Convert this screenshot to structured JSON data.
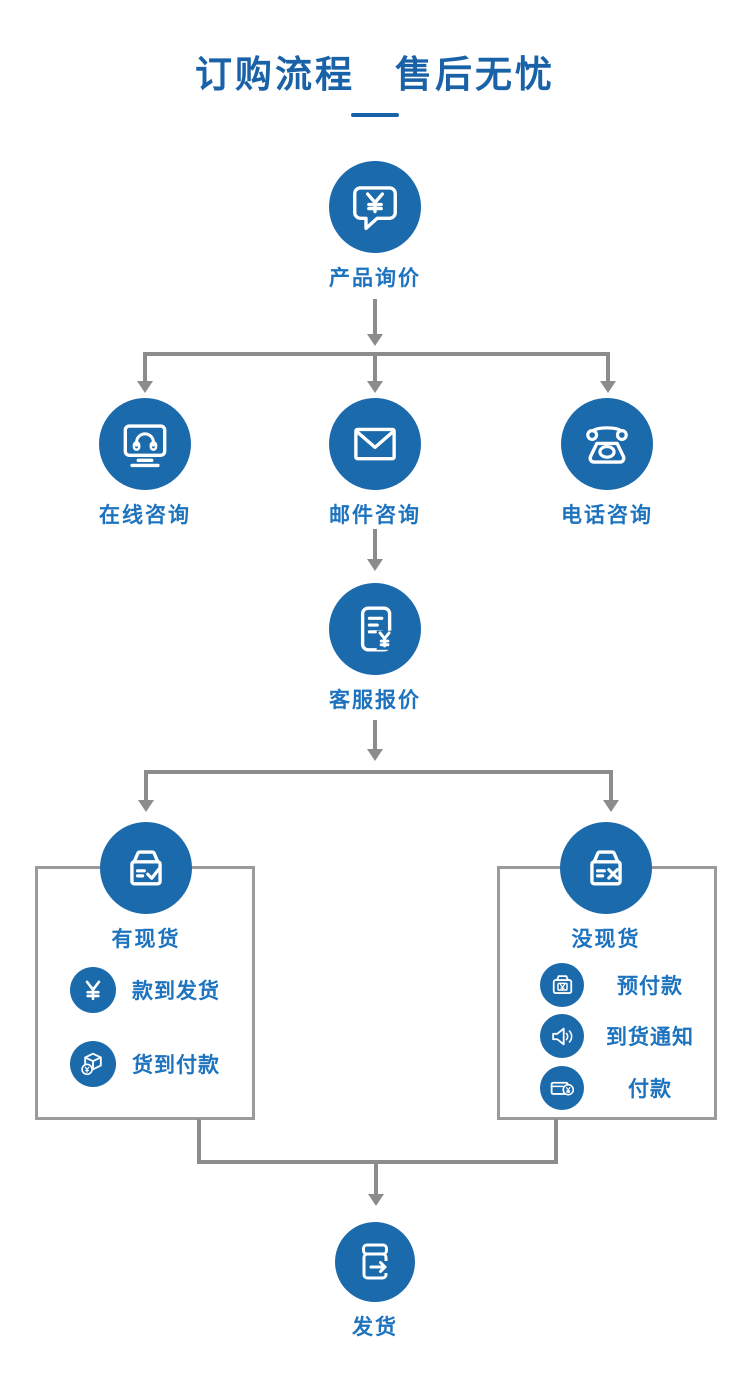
{
  "title": "订购流程　售后无忧",
  "colors": {
    "circle_blue": "#1b6aac",
    "label_blue": "#1e73be",
    "title_blue": "#1a62a8",
    "line_gray": "#8c8c8c",
    "box_border_gray": "#9b9b9b"
  },
  "nodes": {
    "inquiry": {
      "label": "产品询价",
      "icon": "chat-yen-icon"
    },
    "online": {
      "label": "在线咨询",
      "icon": "monitor-headset-icon"
    },
    "mail": {
      "label": "邮件咨询",
      "icon": "envelope-icon"
    },
    "phone": {
      "label": "电话咨询",
      "icon": "telephone-icon"
    },
    "quote": {
      "label": "客服报价",
      "icon": "document-yen-icon"
    },
    "instock": {
      "label": "有现货",
      "icon": "box-check-icon"
    },
    "outstock": {
      "label": "没现货",
      "icon": "box-x-icon"
    },
    "ship": {
      "label": "发货",
      "icon": "box-arrow-icon"
    }
  },
  "instock_items": [
    {
      "label": "款到发货",
      "icon": "yen-icon"
    },
    {
      "label": "货到付款",
      "icon": "parcel-coin-icon"
    }
  ],
  "outstock_items": [
    {
      "label": "预付款",
      "icon": "wallet-yen-icon"
    },
    {
      "label": "到货通知",
      "icon": "speaker-icon"
    },
    {
      "label": "付款",
      "icon": "card-coin-icon"
    }
  ]
}
